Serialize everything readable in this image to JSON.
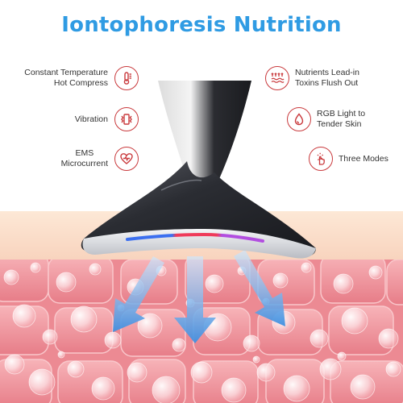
{
  "title": "Iontophoresis Nutrition",
  "colors": {
    "title_blue": "#2f9be3",
    "icon_red": "#c9393c",
    "skin": "#f8d3bd",
    "tissue_pink": "#f08f97",
    "light_blue": "#3b6ff0",
    "light_red": "#ef3b5a",
    "light_purple": "#b24ee0"
  },
  "features_left": [
    {
      "line1": "Constant Temperature",
      "line2": "Hot Compress",
      "icon": "thermometer-icon"
    },
    {
      "line1": "Vibration",
      "line2": "",
      "icon": "vibration-icon"
    },
    {
      "line1": "EMS",
      "line2": "Microcurrent",
      "icon": "heart-pulse-icon"
    }
  ],
  "features_right": [
    {
      "line1": "Nutrients Lead-in",
      "line2": "Toxins Flush Out",
      "icon": "heat-waves-icon"
    },
    {
      "line1": "RGB Light to",
      "line2": "Tender Skin",
      "icon": "droplet-icon"
    },
    {
      "line1": "Three Modes",
      "line2": "",
      "icon": "tap-hand-icon"
    }
  ]
}
